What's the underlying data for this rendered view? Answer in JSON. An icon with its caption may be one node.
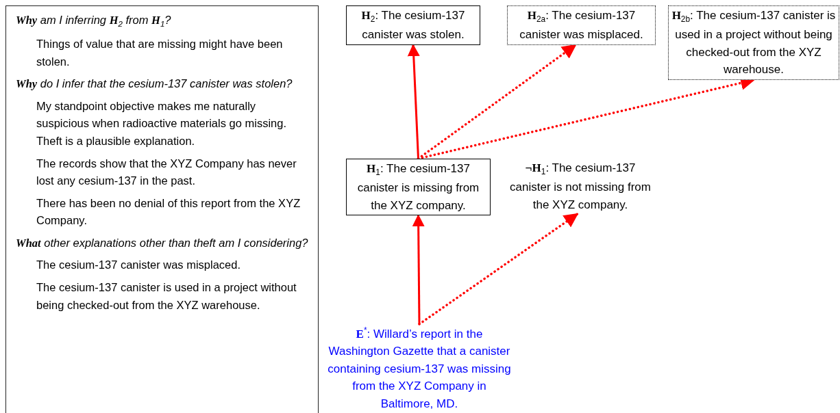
{
  "diagram": {
    "nodes": [
      {
        "text": [
          "**Why** am I inferring **H**$_{2}$ from **H**$_{1}$?",
          "Things of value that are missing might have been stolen.",
          "**Why** do I infer that the cesium-137 canister was stolen?",
          "My standpoint objective makes me naturally suspicious when radioactive materials go missing. Theft is a plausible explanation.",
          "The records show that the XYZ Company has never lost any cesium-137 in the past.",
          "There has been no denial of this report from the XYZ Company.",
          "**What** other explanations other than theft am I considering?",
          "The cesium-137 canister was misplaced.",
          "The cesium-137 canister is used in a project without being checked-out from the XYZ warehouse."
        ]
      },
      {
        "text": [
          "**H**$_{2}$: The cesium-137 canister was stolen."
        ]
      },
      {
        "text": [
          "**H**$_{2a}$: The cesium-137 canister was misplaced."
        ]
      },
      {
        "text": [
          "**H**$_{2b}$: The cesium-137 canister is used in a project without being checked-out from the XYZ warehouse."
        ]
      },
      {
        "text": [
          "**H**$_{1}$: The cesium-137 canister is missing from the XYZ company."
        ]
      },
      {
        "text": [
          "¬**H**$_{1}$: The cesium-137 canister is not missing from the XYZ company."
        ]
      },
      {
        "text": [
          "**E**$^{*}$: Willard’s report in the Washington Gazette that a canister containing cesium-137 was missing from the XYZ Company in Baltimore, MD."
        ]
      }
    ],
    "edges": [
      {
        "from": 6,
        "to": 4,
        "arrow": "to",
        "color": "#ff0000"
      },
      {
        "from": 6,
        "to": 5,
        "arrow": "to",
        "style": "dashed",
        "color": "#ff0000"
      },
      {
        "from": 4,
        "to": 1,
        "arrow": "to",
        "color": "#ff0000"
      },
      {
        "from": 4,
        "to": 2,
        "arrow": "to",
        "style": "dashed",
        "color": "#ff0000"
      },
      {
        "from": 4,
        "to": 3,
        "arrow": "to",
        "style": "dashed",
        "color": "#ff0000"
      }
    ]
  }
}
